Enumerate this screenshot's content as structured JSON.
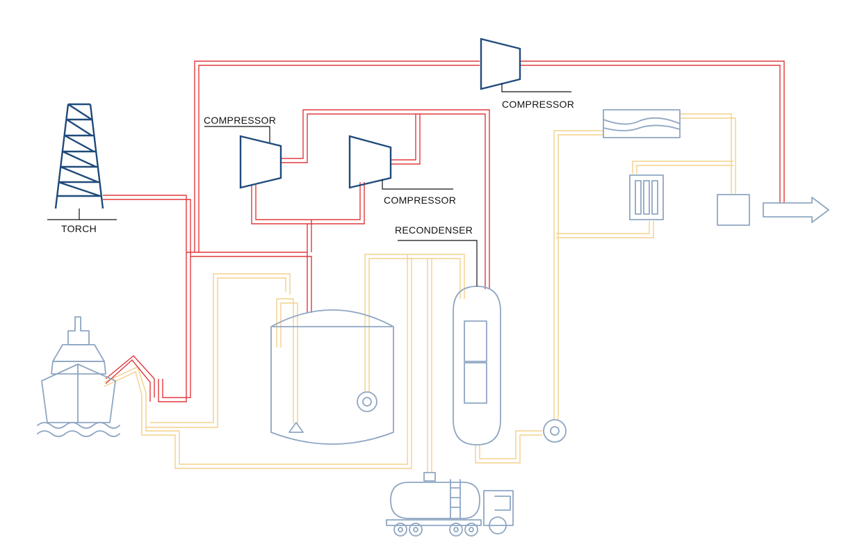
{
  "labels": {
    "torch": "TORCH",
    "compressor_top": "COMPRESSOR",
    "compressor_left": "COMPRESSOR",
    "compressor_mid": "COMPRESSOR",
    "recondenser": "RECONDENSER"
  },
  "colors": {
    "gas_line": "#e0383b",
    "liquid_line": "#f3d08a",
    "equipment": "#8ea6c2",
    "equipment_dark": "#1f4a7a",
    "label_text": "#111111",
    "leader": "#111111"
  },
  "icons": [
    "ship-icon",
    "torch-tower-icon",
    "compressor-icon",
    "tank-icon",
    "recondenser-icon",
    "pump-icon",
    "tanker-truck-icon",
    "heat-exchanger-icon",
    "vaporizer-icon",
    "metering-icon",
    "outlet-arrow-icon"
  ]
}
